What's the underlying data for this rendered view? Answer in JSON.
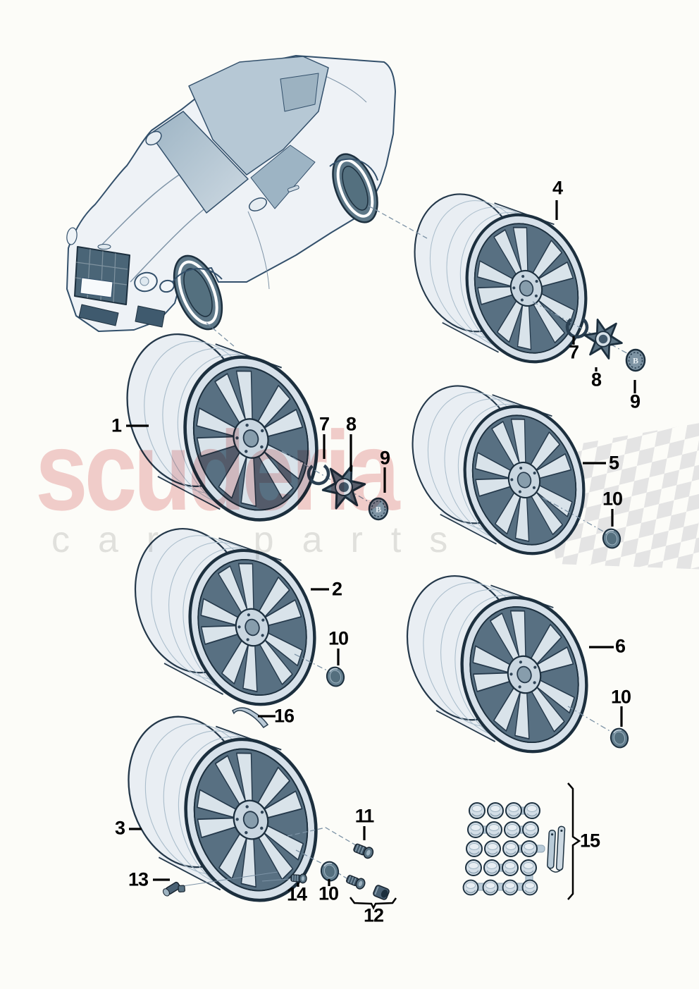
{
  "watermark": {
    "brand": "scuderia",
    "tagline": "car parts",
    "brand_color": "#e9a7a7",
    "tagline_color": "#e3e3e3"
  },
  "diagram": {
    "background_color": "#fcfcf8",
    "line_color": "#1c2f3e",
    "car_line_color": "#33506b",
    "callout_color": "#000000"
  },
  "parts": {
    "badge_letter": "B"
  },
  "callouts": {
    "c1": "1",
    "c2": "2",
    "c3": "3",
    "c4": "4",
    "c5": "5",
    "c6": "6",
    "c7a": "7",
    "c8a": "8",
    "c9a": "9",
    "c7b": "7",
    "c8b": "8",
    "c9b": "9",
    "c10a": "10",
    "c10b": "10",
    "c10c": "10",
    "c10d": "10",
    "c11": "11",
    "c12": "12",
    "c13": "13",
    "c14": "14",
    "c15": "15",
    "c16": "16"
  }
}
